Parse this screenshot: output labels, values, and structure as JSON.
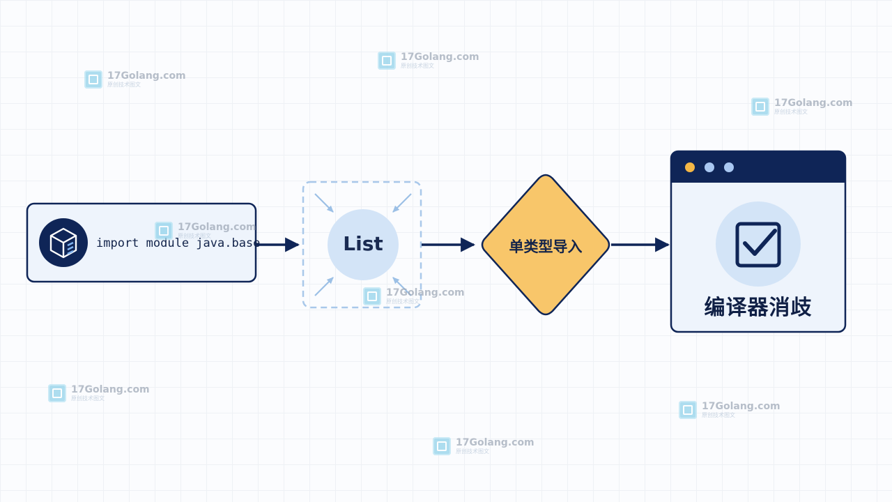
{
  "diagram": {
    "source_node": {
      "label": "import module java.base",
      "icon": "module-cube-icon"
    },
    "list_node": {
      "label": "List"
    },
    "decision_node": {
      "label": "单类型导入"
    },
    "result_node": {
      "label": "编译器消歧",
      "icon": "checkbox-check-icon"
    }
  },
  "colors": {
    "navy": "#0f2557",
    "node_fill": "#eef4fc",
    "decision_fill": "#f8c66a",
    "list_circle": "#d3e4f7",
    "dashed_border": "#a9c8ea",
    "window_dot_amber": "#f4b746",
    "window_dot_blue": "#a9c8f2"
  },
  "watermark": {
    "text": "17Golang.com",
    "subtext": "原创技术图文"
  }
}
